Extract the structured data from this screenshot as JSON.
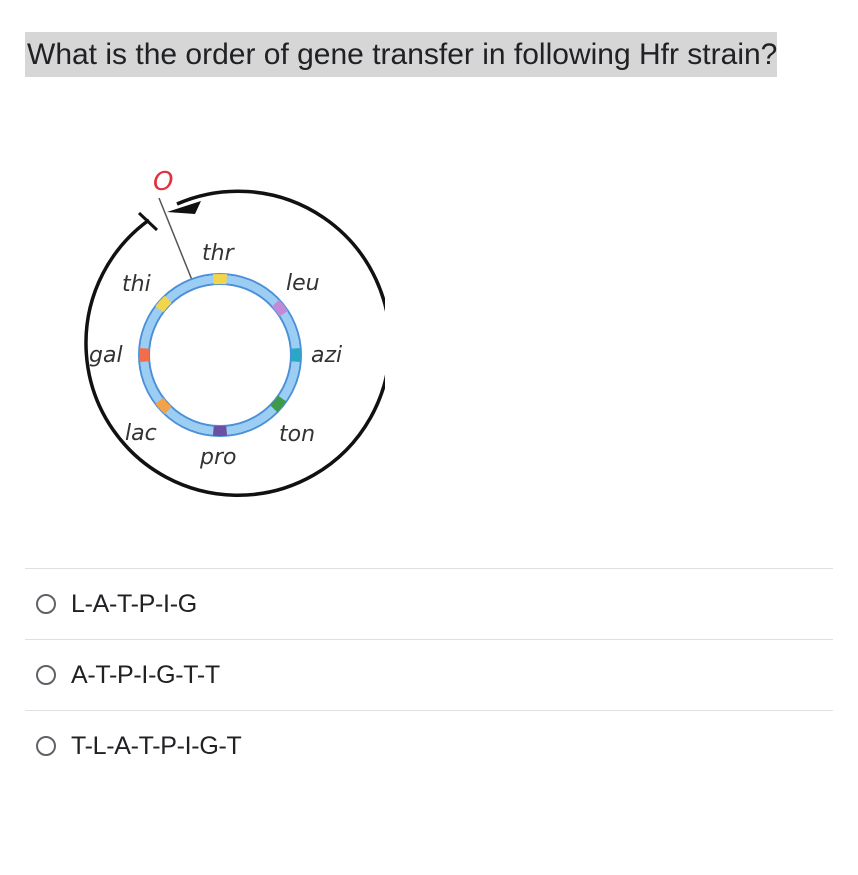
{
  "question": {
    "text": "What is the order of gene transfer in following Hfr strain?"
  },
  "diagram": {
    "origin_label": "O",
    "genes": [
      {
        "name": "thr",
        "color": "#f2d54a"
      },
      {
        "name": "leu",
        "color": "#c18ad6"
      },
      {
        "name": "azi",
        "color": "#2aa6c6"
      },
      {
        "name": "ton",
        "color": "#3c9a4a"
      },
      {
        "name": "pro",
        "color": "#6a4fa3"
      },
      {
        "name": "lac",
        "color": "#f2a24a"
      },
      {
        "name": "gal",
        "color": "#f26d4a"
      },
      {
        "name": "thi",
        "color": "#f2d54a"
      }
    ],
    "ring_color": "#8ec5f0",
    "ring_edge_color": "#4a90d9"
  },
  "options": [
    {
      "label": "L-A-T-P-I-G"
    },
    {
      "label": "A-T-P-I-G-T-T"
    },
    {
      "label": "T-L-A-T-P-I-G-T"
    }
  ]
}
